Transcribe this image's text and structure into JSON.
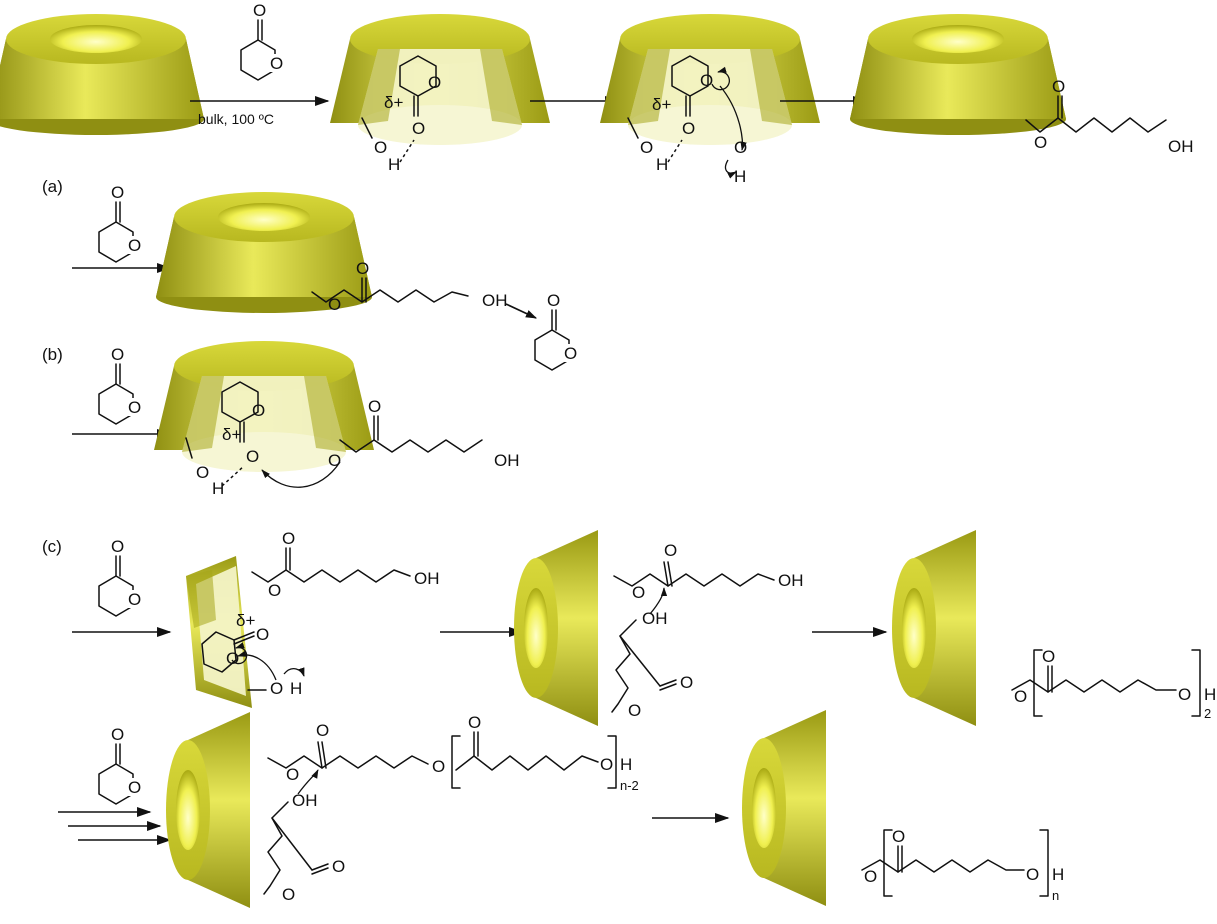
{
  "labels": {
    "a": "(a)",
    "b": "(b)",
    "c": "(c)"
  },
  "conditions": {
    "step1": "bulk, 100 ºC"
  },
  "atoms": {
    "O": "O",
    "OH": "OH",
    "H": "H",
    "delta_plus": "δ+",
    "sub_2": "2",
    "sub_n2": "n-2",
    "sub_n": "n"
  },
  "colors": {
    "cd_light": "#f2f27a",
    "cd_mid": "#c9c92a",
    "cd_dark": "#8a8a10",
    "cavity": "#f4f4cc",
    "ink": "#111111"
  }
}
